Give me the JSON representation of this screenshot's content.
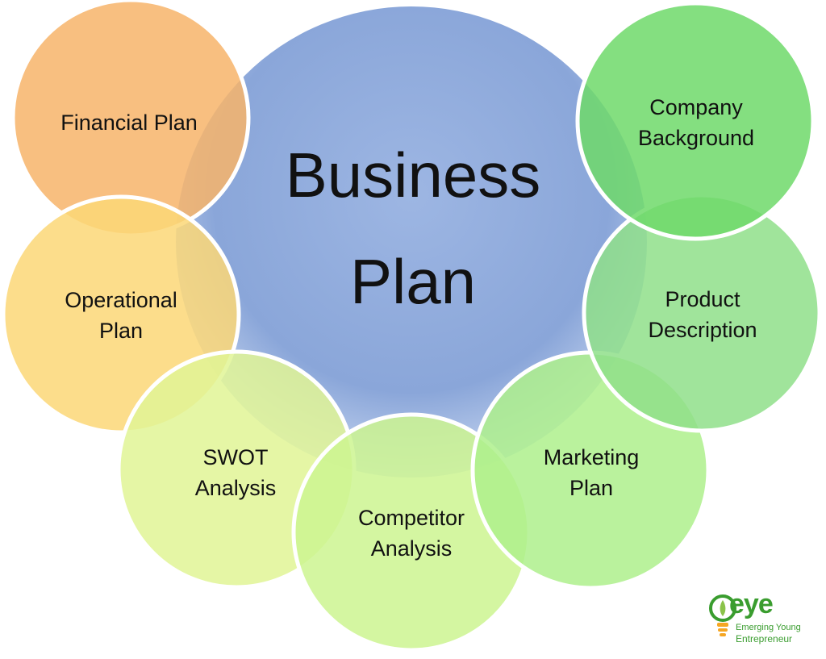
{
  "center": {
    "line1": "Business",
    "line2": "Plan",
    "color": "#8eaadb"
  },
  "nodes": {
    "financial": {
      "line1": "Financial Plan",
      "color": "#f7b46a"
    },
    "operational": {
      "line1": "Operational",
      "line2": "Plan",
      "color": "#fbd777"
    },
    "swot": {
      "line1": "SWOT",
      "line2": "Analysis",
      "color": "#e2f59a"
    },
    "competitor": {
      "line1": "Competitor",
      "line2": "Analysis",
      "color": "#cff593"
    },
    "marketing": {
      "line1": "Marketing",
      "line2": "Plan",
      "color": "#b0f08f"
    },
    "product": {
      "line1": "Product",
      "line2": "Description",
      "color": "#9fe39a"
    },
    "company": {
      "line1": "Company",
      "line2": "Background",
      "color": "#7fdc7c"
    }
  },
  "logo": {
    "word": "eye",
    "line1": "Emerging Young",
    "line2": "Entrepreneur",
    "color": "#3a9d2f"
  }
}
